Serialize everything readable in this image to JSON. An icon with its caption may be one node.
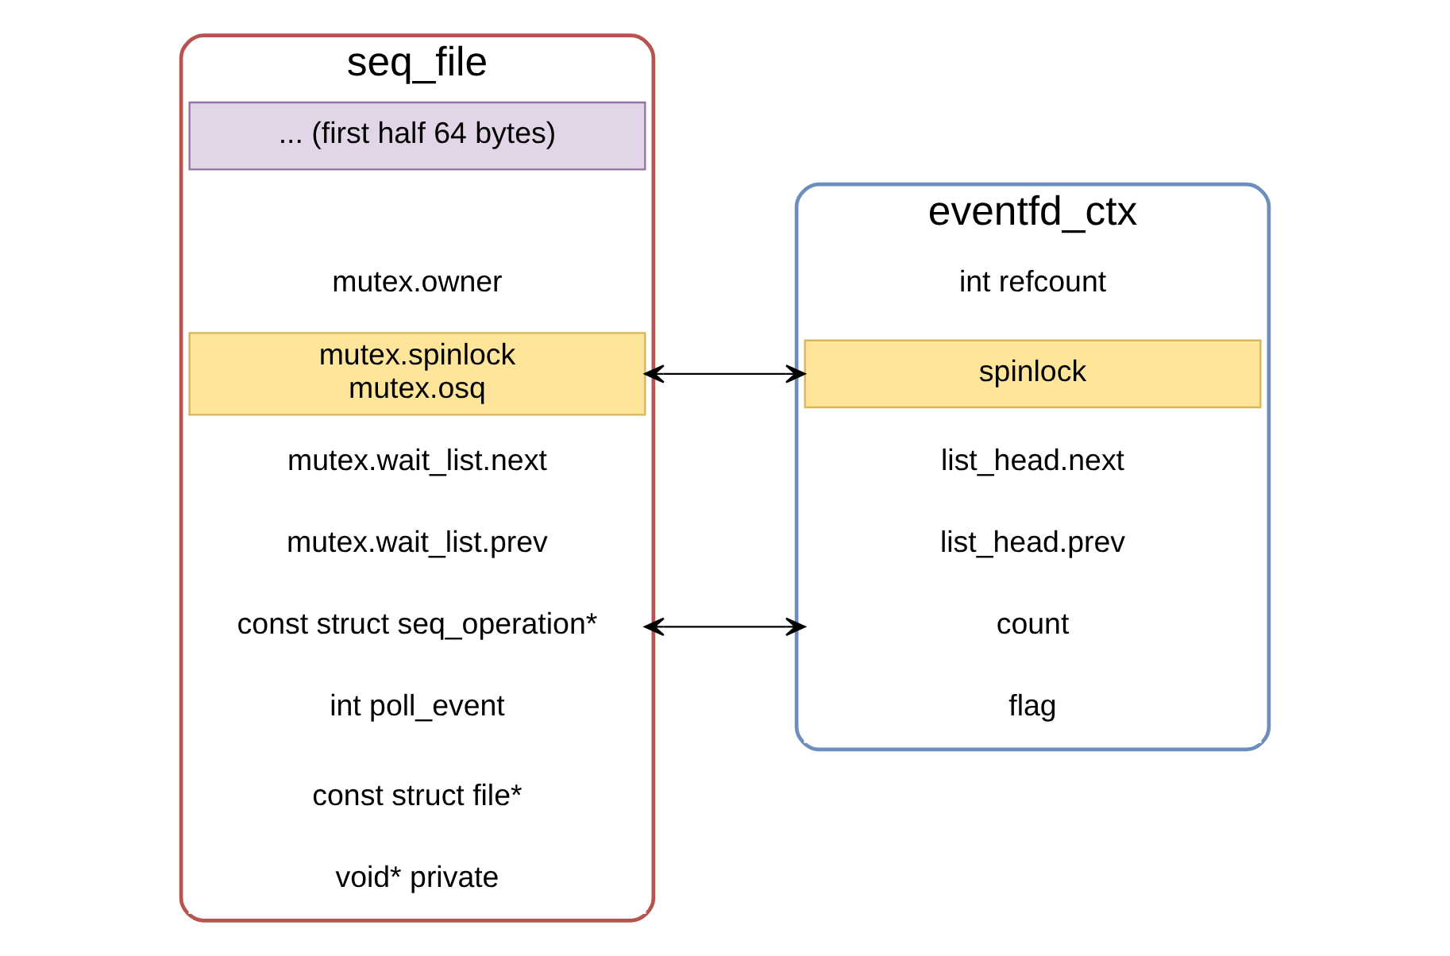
{
  "diagram": {
    "nodes": [
      {
        "text": [
          "seq_file"
        ]
      },
      {
        "text": [
          "... (first half 64 bytes)"
        ],
        "in": 0
      },
      {
        "text": [
          "mutex.owner"
        ],
        "in": 0
      },
      {
        "text": [
          "mutex.spinlock mutex.osq"
        ],
        "in": 0
      },
      {
        "text": [
          "mutex.wait_list.next"
        ],
        "in": 0
      },
      {
        "text": [
          "mutex.wait_list.prev"
        ],
        "in": 0
      },
      {
        "text": [
          "const struct seq_operation*"
        ],
        "in": 0
      },
      {
        "text": [
          "int poll_event"
        ],
        "in": 0
      },
      {
        "text": [
          "const struct file*"
        ],
        "in": 0
      },
      {
        "text": [
          "void* private"
        ],
        "in": 0
      },
      {
        "text": [
          "eventfd_ctx"
        ]
      },
      {
        "text": [
          "int refcount"
        ],
        "in": 10
      },
      {
        "text": [
          "spinlock"
        ],
        "in": 10
      },
      {
        "text": [
          "list_head.next"
        ],
        "in": 10
      },
      {
        "text": [
          "list_head.prev"
        ],
        "in": 10
      },
      {
        "text": [
          "count"
        ],
        "in": 10
      },
      {
        "text": [
          "flag"
        ],
        "in": 10
      }
    ],
    "edges": [
      {
        "from": 3,
        "to": 12,
        "arrow": "both"
      },
      {
        "from": 6,
        "to": 15,
        "arrow": "both"
      }
    ]
  }
}
